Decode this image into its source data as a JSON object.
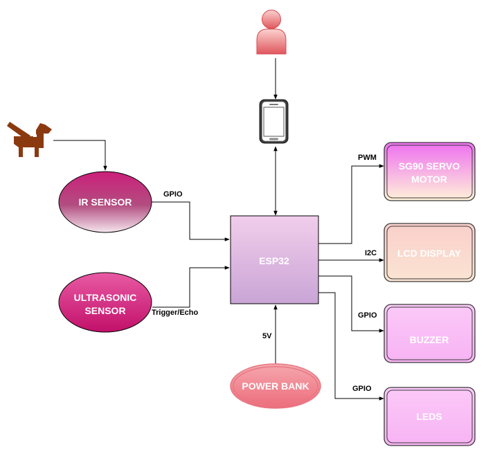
{
  "nodes": {
    "ir_sensor": "IR SENSOR",
    "ultrasonic_sensor": [
      "ULTRASONIC",
      "SENSOR"
    ],
    "esp32": "ESP32",
    "power_bank": "POWER BANK",
    "servo": [
      "SG90 SERVO",
      "MOTOR"
    ],
    "lcd": "LCD DISPLAY",
    "buzzer": "BUZZER",
    "leds": "LEDS"
  },
  "edges": {
    "ir_gpio": "GPIO",
    "ultrasonic": "Trigger/Echo",
    "power": "5V",
    "servo_pwm": "PWM",
    "lcd_i2c": "I2C",
    "buzzer_gpio": "GPIO",
    "leds_gpio": "GPIO"
  },
  "icons": {
    "person": "person-icon",
    "smartphone": "smartphone-icon",
    "dog": "dog-on-leash-icon"
  }
}
